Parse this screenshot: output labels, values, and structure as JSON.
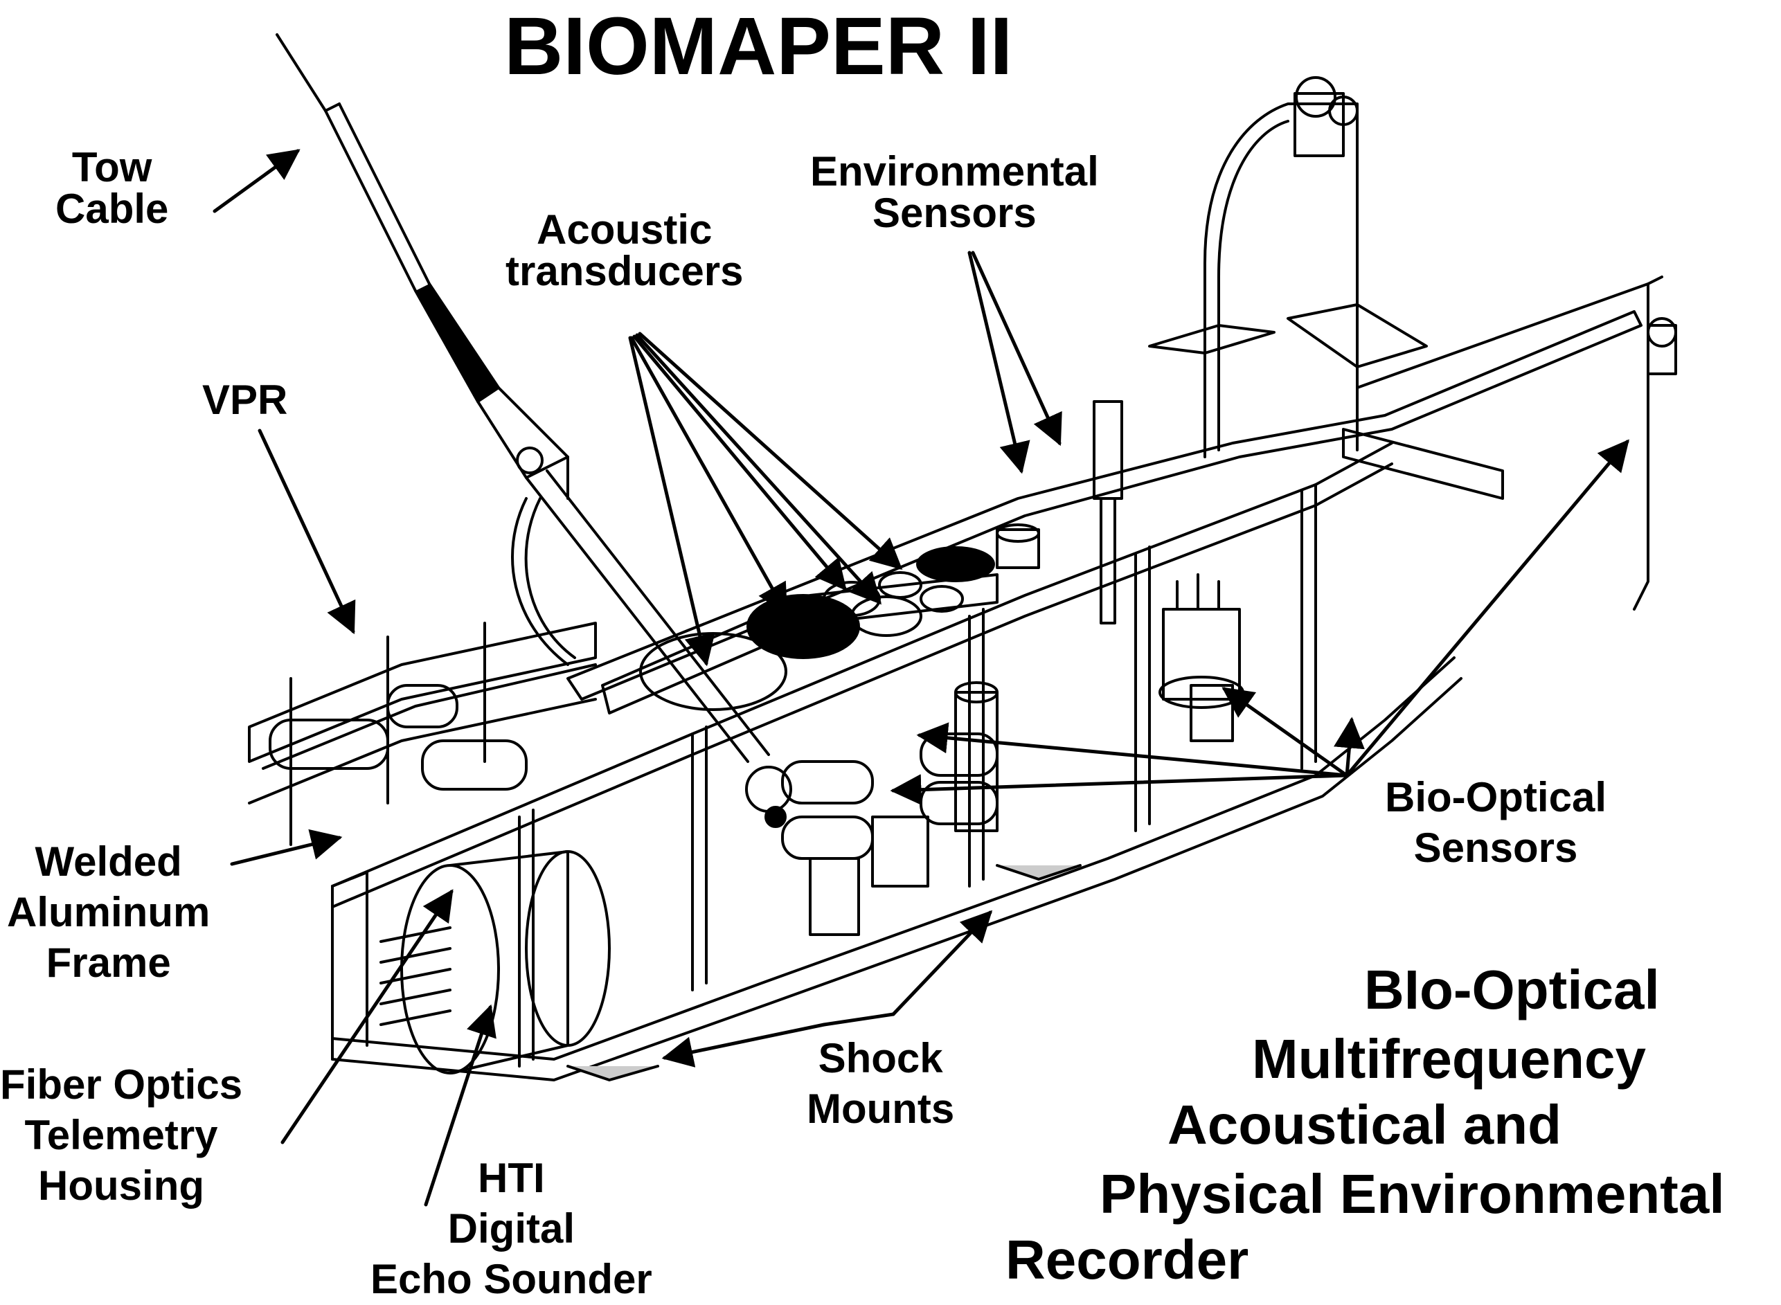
{
  "title": "BIOMAPER II",
  "labels": {
    "tow_cable": [
      "Tow",
      "Cable"
    ],
    "vpr": [
      "VPR"
    ],
    "acoustic_transducers": [
      "Acoustic",
      "transducers"
    ],
    "environmental_sensors": [
      "Environmental",
      "Sensors"
    ],
    "welded_frame": [
      "Welded",
      "Aluminum",
      "Frame"
    ],
    "fiber_optics": [
      "Fiber Optics",
      "Telemetry",
      "Housing"
    ],
    "hti_echo": [
      "HTI",
      "Digital",
      "Echo Sounder"
    ],
    "shock_mounts": [
      "Shock",
      "Mounts"
    ],
    "bio_optical_sensors": [
      "Bio-Optical",
      "Sensors"
    ]
  },
  "acronym_expansion": [
    "BIo-Optical",
    "Multifrequency",
    "Acoustical and",
    "Physical Environmental",
    "Recorder"
  ]
}
